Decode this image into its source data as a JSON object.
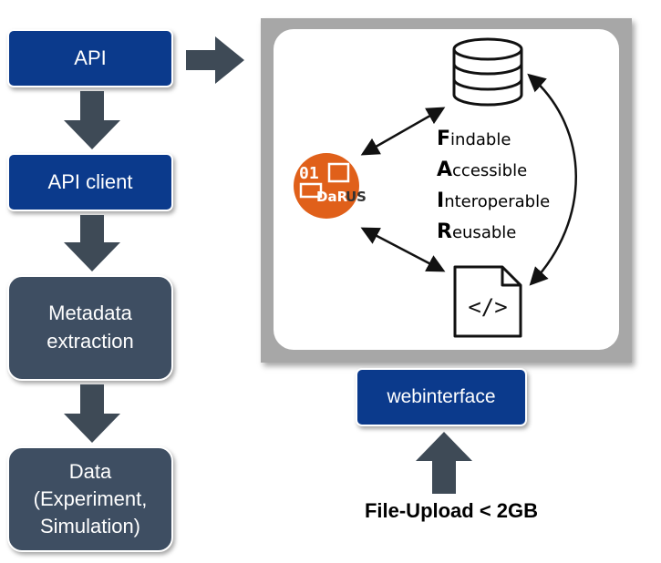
{
  "left_column": {
    "api": "API",
    "api_client": "API client",
    "metadata_line1": "Metadata",
    "metadata_line2": "extraction",
    "data_line1": "Data",
    "data_line2": "(Experiment,",
    "data_line3": "Simulation)"
  },
  "panel": {
    "logo_digits": "01",
    "logo_text_a": "DaR",
    "logo_text_b": "US",
    "file_icon_symbol": "</>",
    "fair": [
      {
        "letter": "F",
        "rest": "indable"
      },
      {
        "letter": "A",
        "rest": "ccessible"
      },
      {
        "letter": "I",
        "rest": "nteroperable"
      },
      {
        "letter": "R",
        "rest": "eusable"
      }
    ]
  },
  "webinterface": "webinterface",
  "upload_label": "File-Upload < 2GB",
  "colors": {
    "blue_box": "#0b3a8c",
    "slate_box": "#3e4e62",
    "arrow": "#3e4a56",
    "logo_orange": "#e0601a",
    "frame_gray": "#a7a7a7"
  }
}
